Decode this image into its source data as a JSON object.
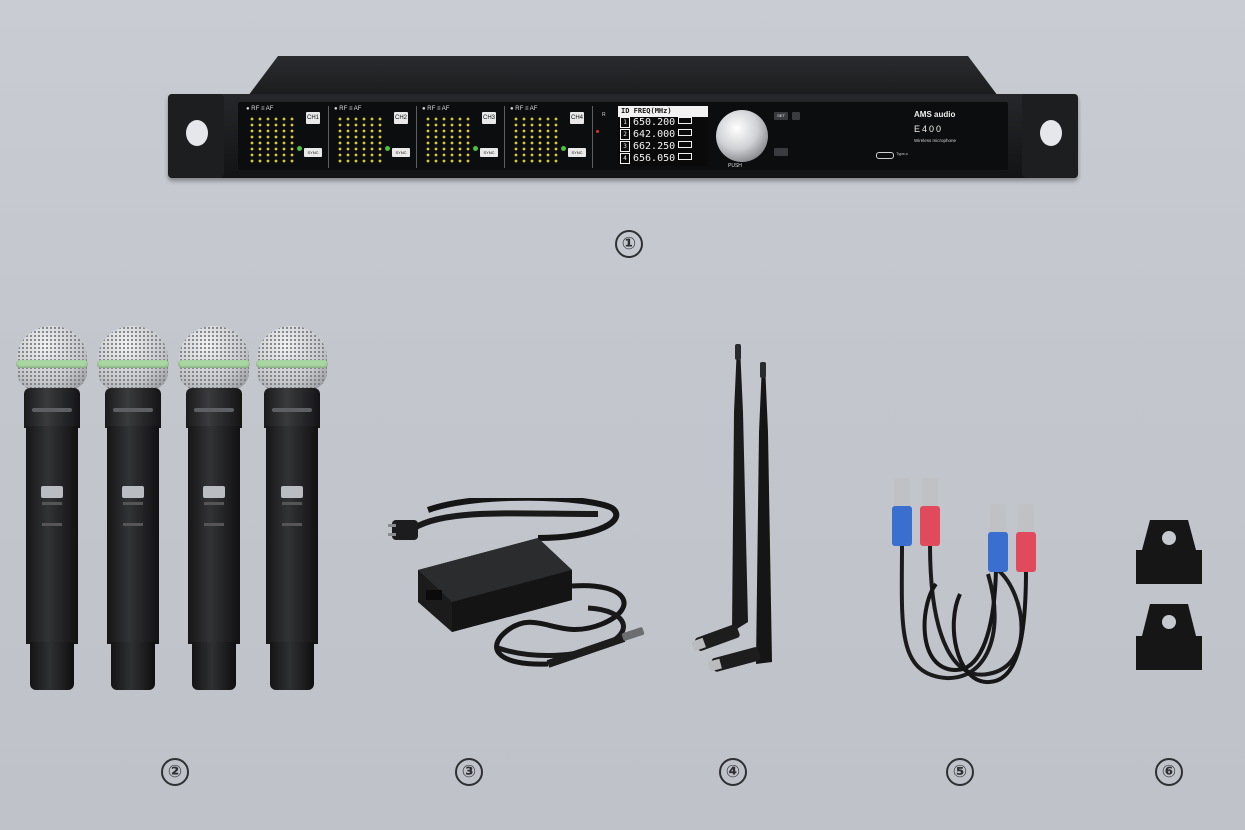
{
  "receiver": {
    "brand": "AMS audio",
    "model": "E400",
    "description": "Wireless microphone",
    "typec_label": "Type-c",
    "r_label": "R",
    "push_label": "PUSH",
    "set_label": "SET",
    "channels": [
      {
        "label": "● RF ≡   AF",
        "id": "CH1",
        "sync": "SYNC"
      },
      {
        "label": "● RF ≡   AF",
        "id": "CH2",
        "sync": "SYNC"
      },
      {
        "label": "● RF ≡   AF",
        "id": "CH3",
        "sync": "SYNC"
      },
      {
        "label": "● RF ≡   AF",
        "id": "CH4",
        "sync": "SYNC"
      }
    ],
    "lcd": {
      "header": "ID  FREQ(MHz)",
      "rows": [
        {
          "n": "1",
          "freq": "650.200"
        },
        {
          "n": "2",
          "freq": "642.000"
        },
        {
          "n": "3",
          "freq": "662.250"
        },
        {
          "n": "4",
          "freq": "656.050"
        }
      ]
    }
  },
  "labels": {
    "receiver": "①",
    "microphones": "②",
    "adapter": "③",
    "antennas": "④",
    "cables": "⑤",
    "brackets": "⑥"
  },
  "colors": {
    "background": "#c5c8cf",
    "mic_ring": "#a9d6a2",
    "cable_blue": "#3a6fd0",
    "cable_red": "#e04a5c",
    "label": "#2f3033"
  }
}
